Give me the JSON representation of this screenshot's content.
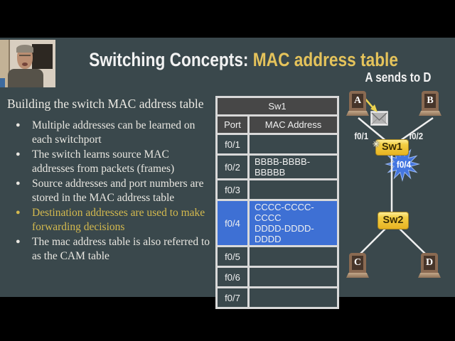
{
  "colors": {
    "slide_background": "#3a484c",
    "letterbox": "#000000",
    "accent_yellow": "#e5c35b",
    "bullet_emphasis_yellow": "#d4b94e",
    "highlight_row_blue": "#3e70d4",
    "table_header_gray": "#474747",
    "switch_gold": "#f3cf45"
  },
  "icons": {
    "bullet": "●",
    "sparkle": "✳"
  },
  "title": {
    "prefix": "Switching Concepts: ",
    "highlight": "MAC address table"
  },
  "content": {
    "heading": "Building the switch MAC address table",
    "bullets": [
      {
        "text": "Multiple addresses can be learned on each switchport",
        "emphasis": false
      },
      {
        "text": "The switch learns source MAC addresses from packets (frames)",
        "emphasis": false
      },
      {
        "text": "Source addresses and port numbers are stored in the MAC address table",
        "emphasis": false
      },
      {
        "text": "Destination addresses are used to make forwarding decisions",
        "emphasis": true
      },
      {
        "text": "The mac address table is also referred to as the CAM table",
        "emphasis": false
      }
    ]
  },
  "mac_table": {
    "title": "Sw1",
    "columns": [
      "Port",
      "MAC Address"
    ],
    "rows": [
      {
        "port": "f0/1",
        "mac": "",
        "highlight": false
      },
      {
        "port": "f0/2",
        "mac": "BBBB-BBBB-BBBBB",
        "highlight": false
      },
      {
        "port": "f0/3",
        "mac": "",
        "highlight": false
      },
      {
        "port": "f0/4",
        "mac": "CCCC-CCCC-CCCC\nDDDD-DDDD-DDDD",
        "highlight": true
      },
      {
        "port": "f0/5",
        "mac": "",
        "highlight": false
      },
      {
        "port": "f0/6",
        "mac": "",
        "highlight": false
      },
      {
        "port": "f0/7",
        "mac": "",
        "highlight": false
      }
    ]
  },
  "diagram": {
    "caption": "A sends to D",
    "hosts": [
      {
        "label": "A"
      },
      {
        "label": "B"
      },
      {
        "label": "C"
      },
      {
        "label": "D"
      }
    ],
    "switches": [
      {
        "label": "Sw1"
      },
      {
        "label": "Sw2"
      }
    ],
    "port_labels": {
      "sw1_left": "f0/1",
      "sw1_right": "f0/2",
      "sw1_down": "f0/4"
    }
  }
}
